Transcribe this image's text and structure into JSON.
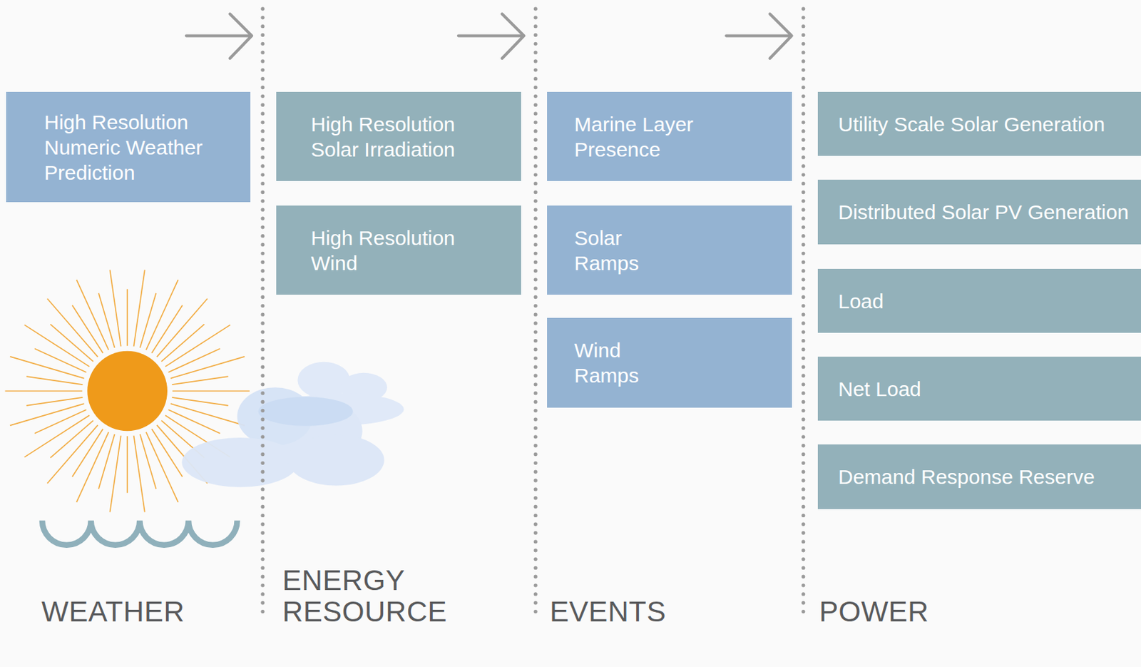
{
  "diagram": {
    "nodes": [
      {
        "text": [
          "High Resolution Numeric Weather Prediction"
        ]
      },
      {
        "text": [
          "High Resolution Solar Irradiation"
        ]
      },
      {
        "text": [
          "High Resolution Wind"
        ]
      },
      {
        "text": [
          "Marine Layer Presence"
        ]
      },
      {
        "text": [
          "Solar Ramps"
        ]
      },
      {
        "text": [
          "Wind Ramps"
        ]
      },
      {
        "text": [
          "Utility Scale Solar Generation"
        ]
      },
      {
        "text": [
          "Distributed Solar PV Generation"
        ]
      },
      {
        "text": [
          "Load"
        ]
      },
      {
        "text": [
          "Net Load"
        ]
      },
      {
        "text": [
          "Demand Response Reserve"
        ]
      }
    ],
    "labels": [
      "WEATHER",
      "ENERGY RESOURCE",
      "EVENTS",
      "POWER"
    ]
  }
}
